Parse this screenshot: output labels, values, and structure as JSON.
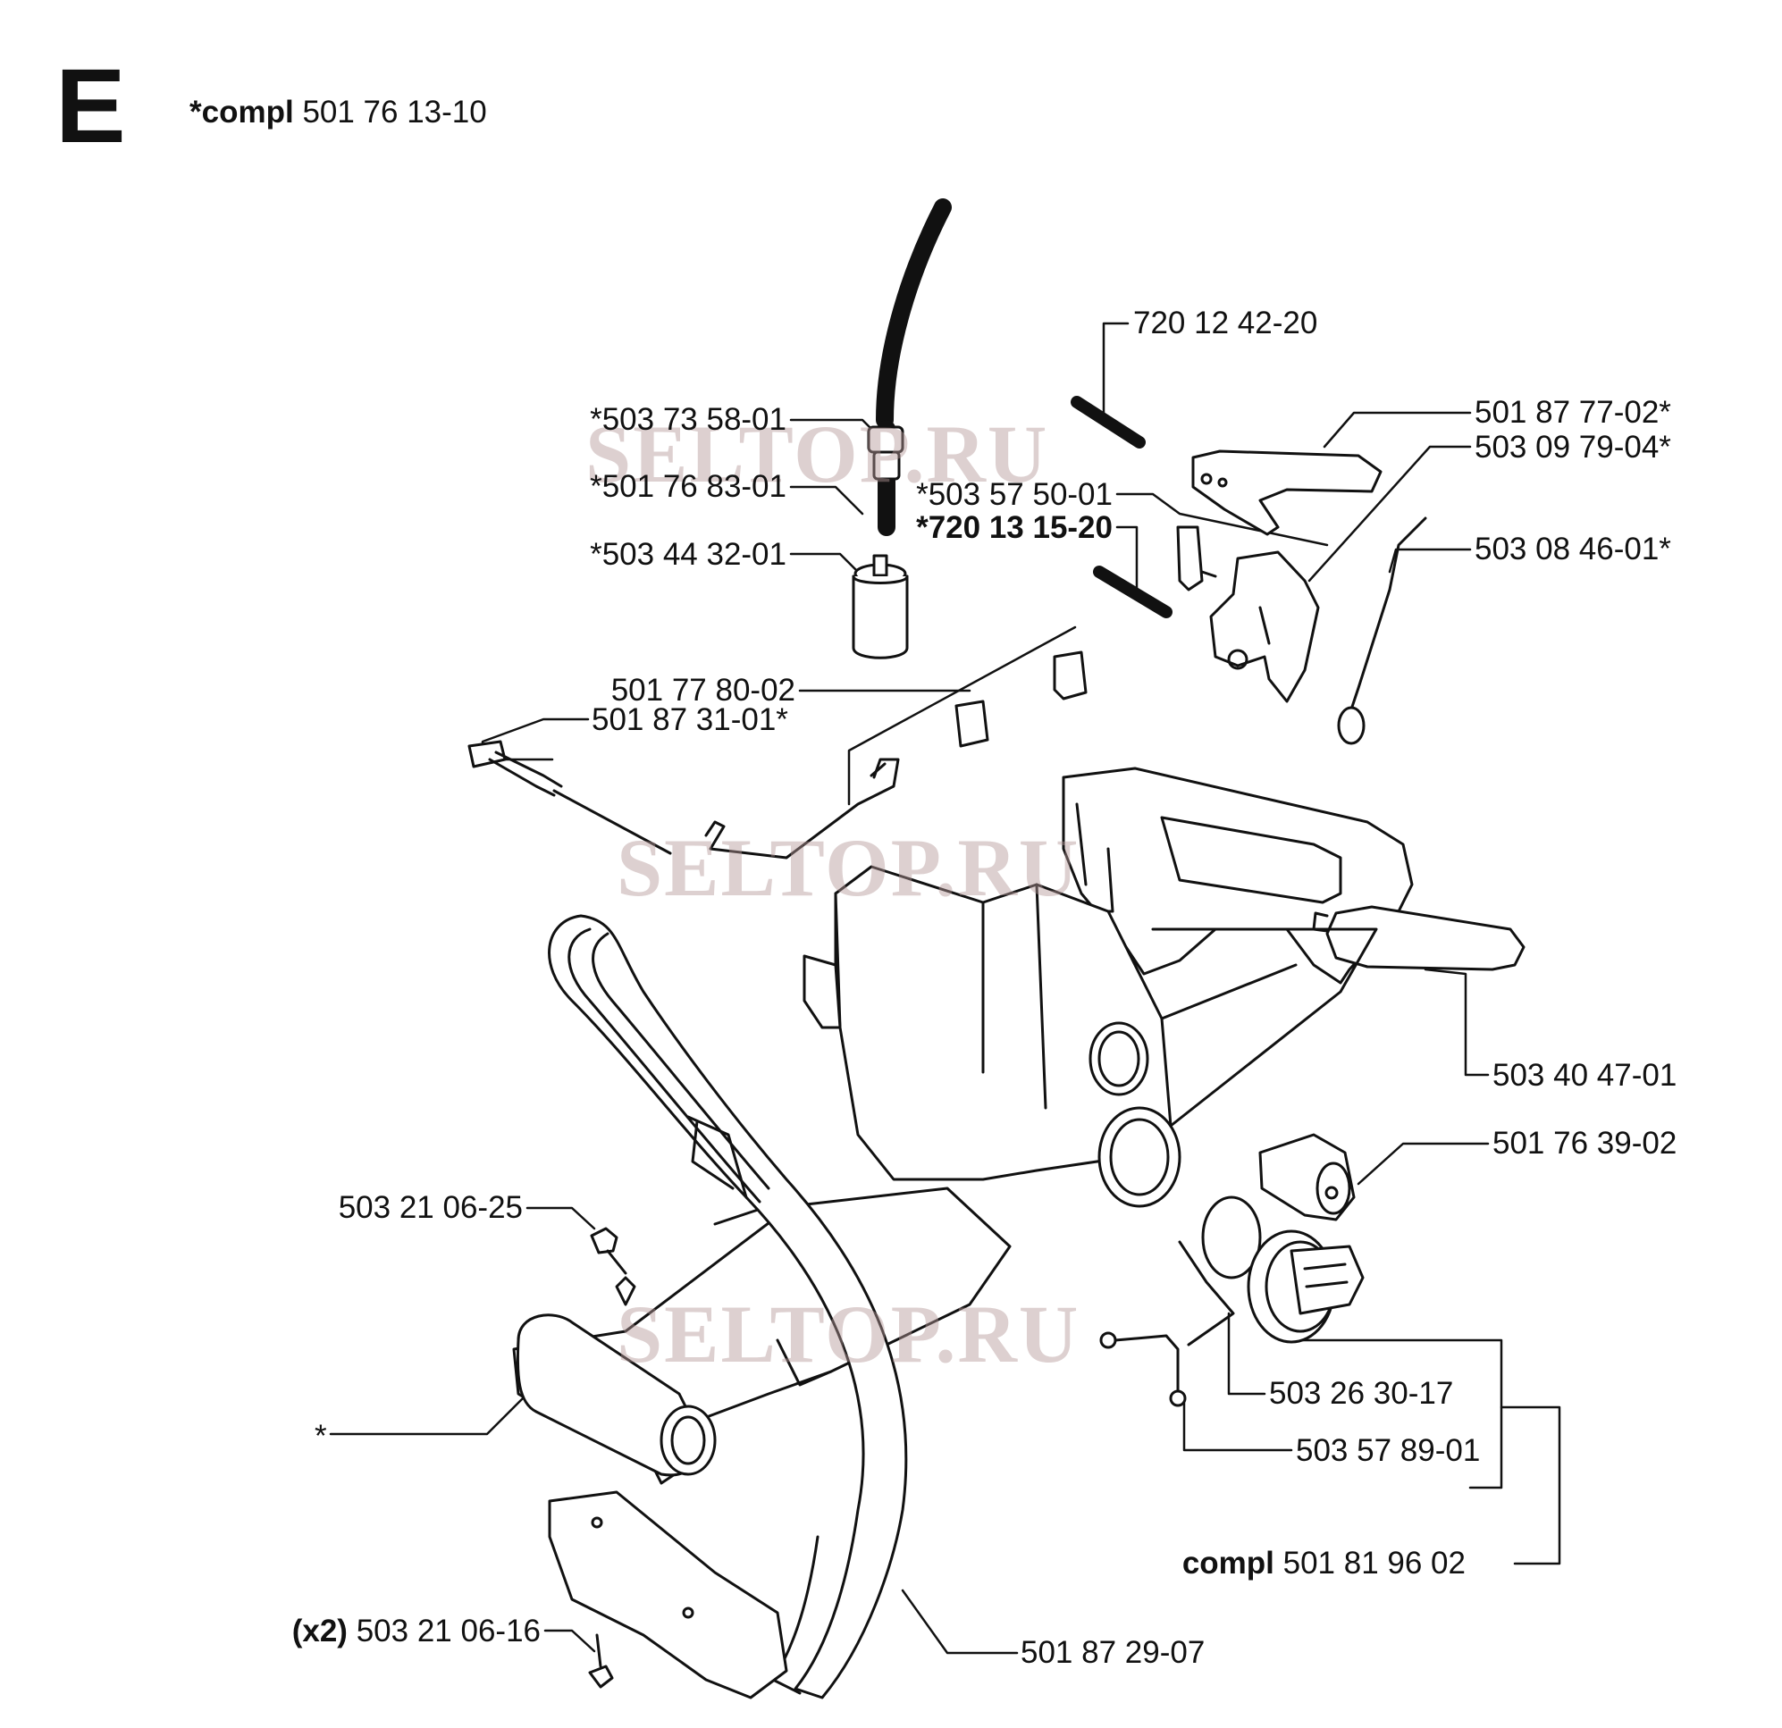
{
  "header": {
    "section_letter": "E",
    "assembly_prefix": "*compl",
    "assembly_number": "501 76 13-10"
  },
  "watermarks": [
    "SELTOP.RU",
    "SELTOP.RU",
    "SELTOP.RU"
  ],
  "callouts": {
    "fuel_hose_fitting": "*503 73 58-01",
    "fuel_hose": "*501 76 83-01",
    "fuel_filter": "*503 44 32-01",
    "spring_pin_top": "720 12 42-20",
    "throttle_trigger": "501 87 77-02*",
    "trigger_lockout": "503 09 79-04*",
    "trigger_spring": "*503 57 50-01",
    "spring_pin_bold": "*720 13 15-20",
    "trigger_rod_spring": "503 08 46-01*",
    "choke_rod_parts": "501 77 80-02",
    "throttle_cable": "501 87 31-01*",
    "rear_handle_insert": "503 40 47-01",
    "fuel_pickup_plug": "501 76 39-02",
    "screw_small": "503 21 06-25",
    "fuel_cap": "503 26 30-17",
    "cap_strap": "503 57 89-01",
    "tank_housing": "*",
    "cap_set_prefix": "compl",
    "cap_set_number": "501 81 96 02",
    "screw_qty": "(x2)",
    "screw_bottom": "503 21 06-16",
    "front_handle": "501 87 29-07"
  }
}
